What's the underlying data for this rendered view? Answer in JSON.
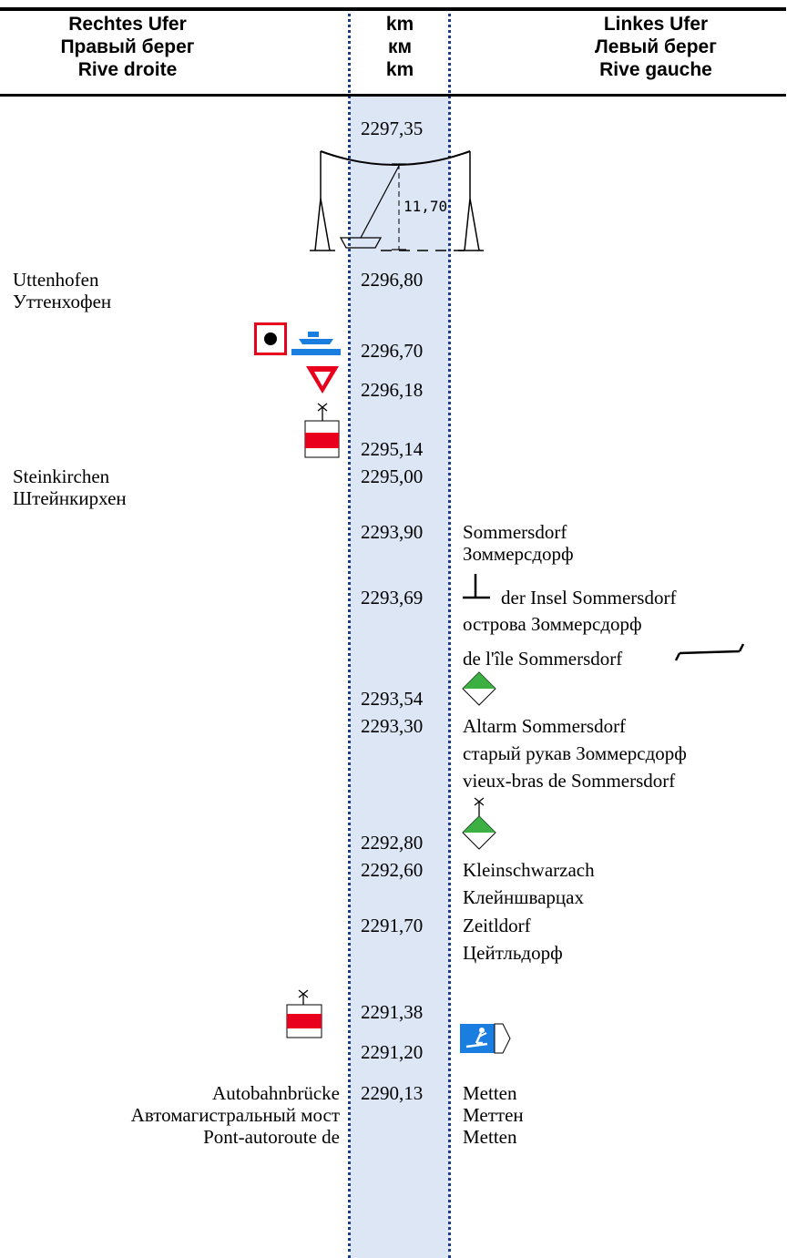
{
  "header": {
    "right_bank": [
      "Rechtes Ufer",
      "Правый берег",
      "Rive droite"
    ],
    "km": [
      "km",
      "км",
      "km"
    ],
    "left_bank": [
      "Linkes Ufer",
      "Левый берег",
      "Rive gauche"
    ]
  },
  "kilometers": [
    "2297,35",
    "2296,80",
    "2296,70",
    "2296,18",
    "2295,14",
    "2295,00",
    "2293,90",
    "2293,69",
    "2293,54",
    "2293,30",
    "2292,80",
    "2292,60",
    "2291,70",
    "2291,38",
    "2291,20",
    "2290,13"
  ],
  "bridge_clearance": "11,70",
  "right_bank_entries": {
    "uttenhofen": [
      "Uttenhofen",
      "Уттенхофен"
    ],
    "steinkirchen": [
      "Steinkirchen",
      "Штейнкирхен"
    ],
    "autobahn_bridge": [
      "Autobahnbrücke",
      "Автомагистральный мост",
      "Pont-autoroute de"
    ]
  },
  "left_bank_entries": {
    "sommersdorf": [
      "Sommersdorf",
      "Зоммерсдорф"
    ],
    "insel": [
      "der Insel Sommersdorf",
      "острова Зоммерсдорф",
      "de l'île Sommersdorf"
    ],
    "altarm": [
      "Altarm Sommersdorf",
      "старый рукав Зоммерсдорф",
      "vieux-bras de Sommersdorf"
    ],
    "kleinschwarzach": [
      "Kleinschwarzach",
      "Клейншварцах"
    ],
    "zeitldorf": [
      "Zeitldorf",
      "Цейтльдорф"
    ],
    "metten": [
      "Metten",
      "Меттен",
      "Metten"
    ]
  },
  "icons": [
    "ferry-prohibition-sign-icon",
    "ferry-icon",
    "give-way-triangle-icon",
    "red-bank-marker-icon",
    "pole-marker-icon",
    "green-diamond-marker-icon",
    "red-bank-marker-icon",
    "water-ski-area-icon"
  ],
  "colors": {
    "km_column": "#dce6f5",
    "dotted_line": "#1a3a8c",
    "red": "#e8001c",
    "green": "#3cb043",
    "blue": "#1a7ee0"
  }
}
